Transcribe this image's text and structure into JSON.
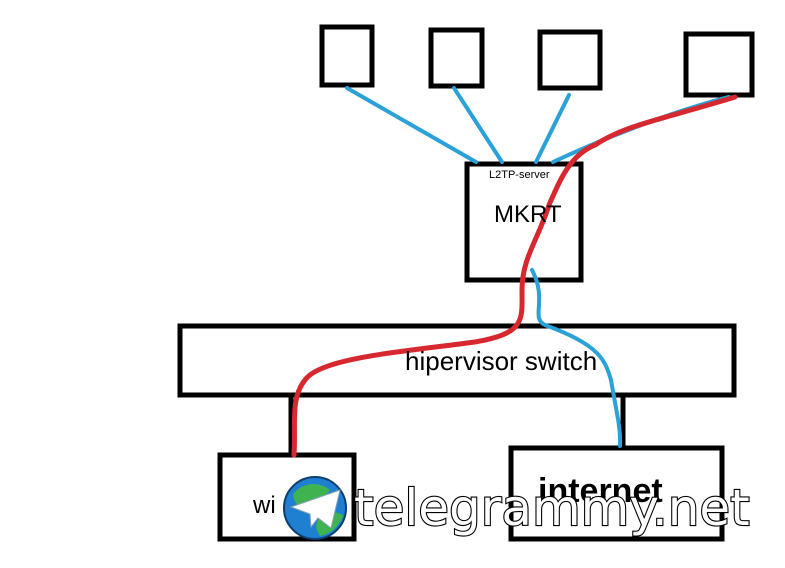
{
  "nodes": {
    "server_label": "L2TP-server",
    "router_label": "MKRT",
    "switch_label": "hipervisor switch",
    "left_host_label": "wi",
    "internet_label": "internet"
  },
  "watermark": {
    "text": "telegrammy.net"
  },
  "colors": {
    "blue_link": "#2aa1d7",
    "red_tunnel": "#d7282f",
    "outline": "#000000"
  }
}
